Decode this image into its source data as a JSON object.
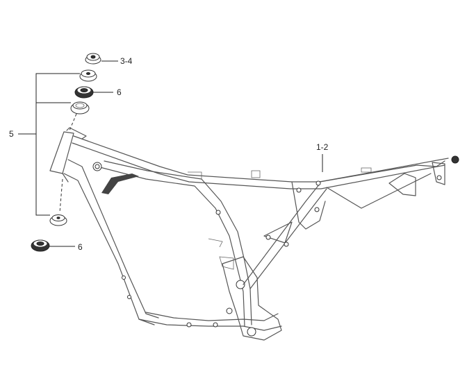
{
  "diagram": {
    "callouts": {
      "frame": "1-2",
      "cone_race_top": "3-4",
      "bearing_set": "5",
      "bearing_top": "6",
      "bearing_bottom": "6"
    }
  }
}
